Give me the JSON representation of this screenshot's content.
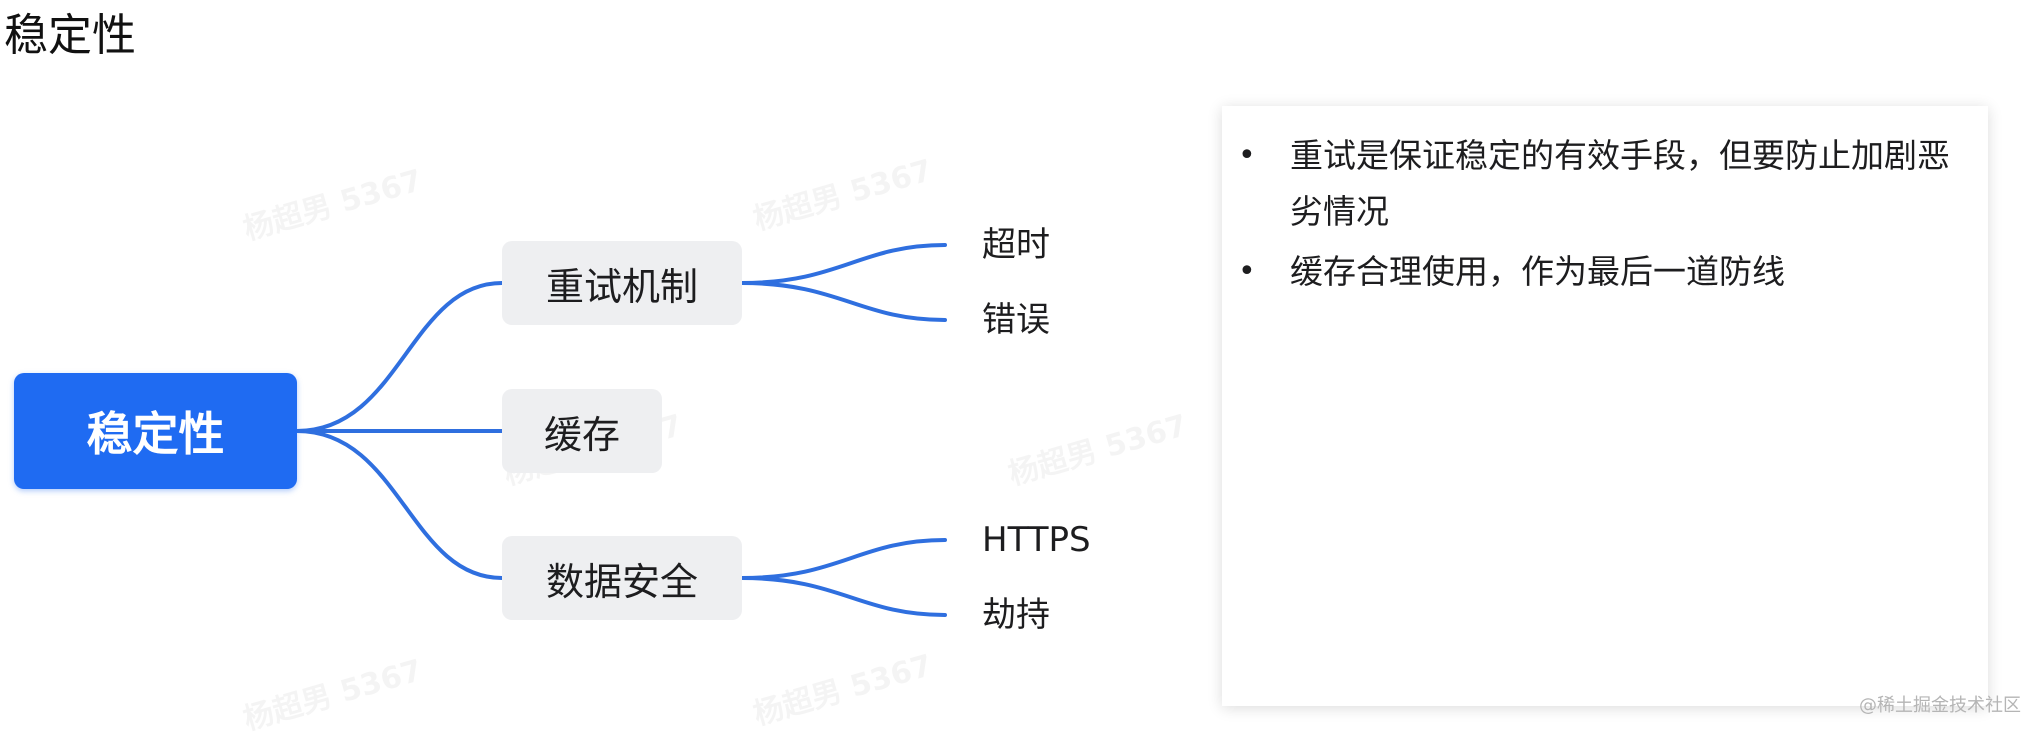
{
  "page": {
    "title": "稳定性"
  },
  "mindmap": {
    "root": {
      "label": "稳定性"
    },
    "branches": [
      {
        "label": "重试机制",
        "leaves": [
          "超时",
          "错误"
        ]
      },
      {
        "label": "缓存",
        "leaves": []
      },
      {
        "label": "数据安全",
        "leaves": [
          "HTTPS",
          "劫持"
        ]
      }
    ],
    "link_color": "#2f6fdf",
    "root_color": "#1f6bf2",
    "branch_color": "#eeeff1"
  },
  "notes": {
    "bullet": "•",
    "items": [
      "重试是保证稳定的有效手段，但要防止加剧恶劣情况",
      "缓存合理使用，作为最后一道防线"
    ]
  },
  "watermark": {
    "text": "杨超男 5367"
  },
  "footer": {
    "credit": "@稀土掘金技术社区"
  }
}
